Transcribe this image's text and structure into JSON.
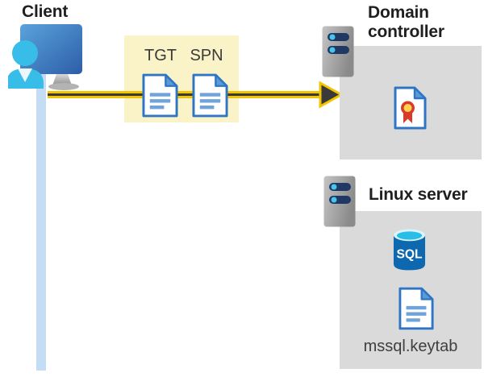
{
  "client": {
    "label": "Client"
  },
  "ticket_box": {
    "tgt_label": "TGT",
    "spn_label": "SPN"
  },
  "domain_controller": {
    "label": "Domain controller"
  },
  "linux_server": {
    "label": "Linux server",
    "keytab_label": "mssql.keytab"
  },
  "sql_database": {
    "label": "SQL"
  },
  "icons": {
    "client": "user-at-monitor-icon",
    "domain_controller": [
      "server-icon",
      "certificate-icon"
    ],
    "linux_server": [
      "server-icon",
      "sql-database-icon",
      "document-icon"
    ],
    "tickets": [
      "document-icon",
      "document-icon"
    ]
  },
  "colors": {
    "ticket_box_bg": "#FAF3C8",
    "panel_bg": "#DADADA",
    "arrow_yellow": "#F2C500",
    "arrow_core": "#3A3A3A",
    "timeline_blue": "#C5DCF5",
    "doc_border_blue": "#2E75C6",
    "doc_fold_blue": "#5B9BD5",
    "person_cyan": "#38BDE8",
    "server_pill_navy": "#1F3864",
    "server_dot_cyan": "#45C6EE",
    "sql_body_blue": "#0E68B0",
    "sql_top_cyan": "#29BDE8",
    "cert_red": "#D93B2B",
    "cert_yellow": "#FFD24D",
    "monitor_blue_light": "#4E9BD7",
    "monitor_blue_dark": "#2D5EA8"
  }
}
